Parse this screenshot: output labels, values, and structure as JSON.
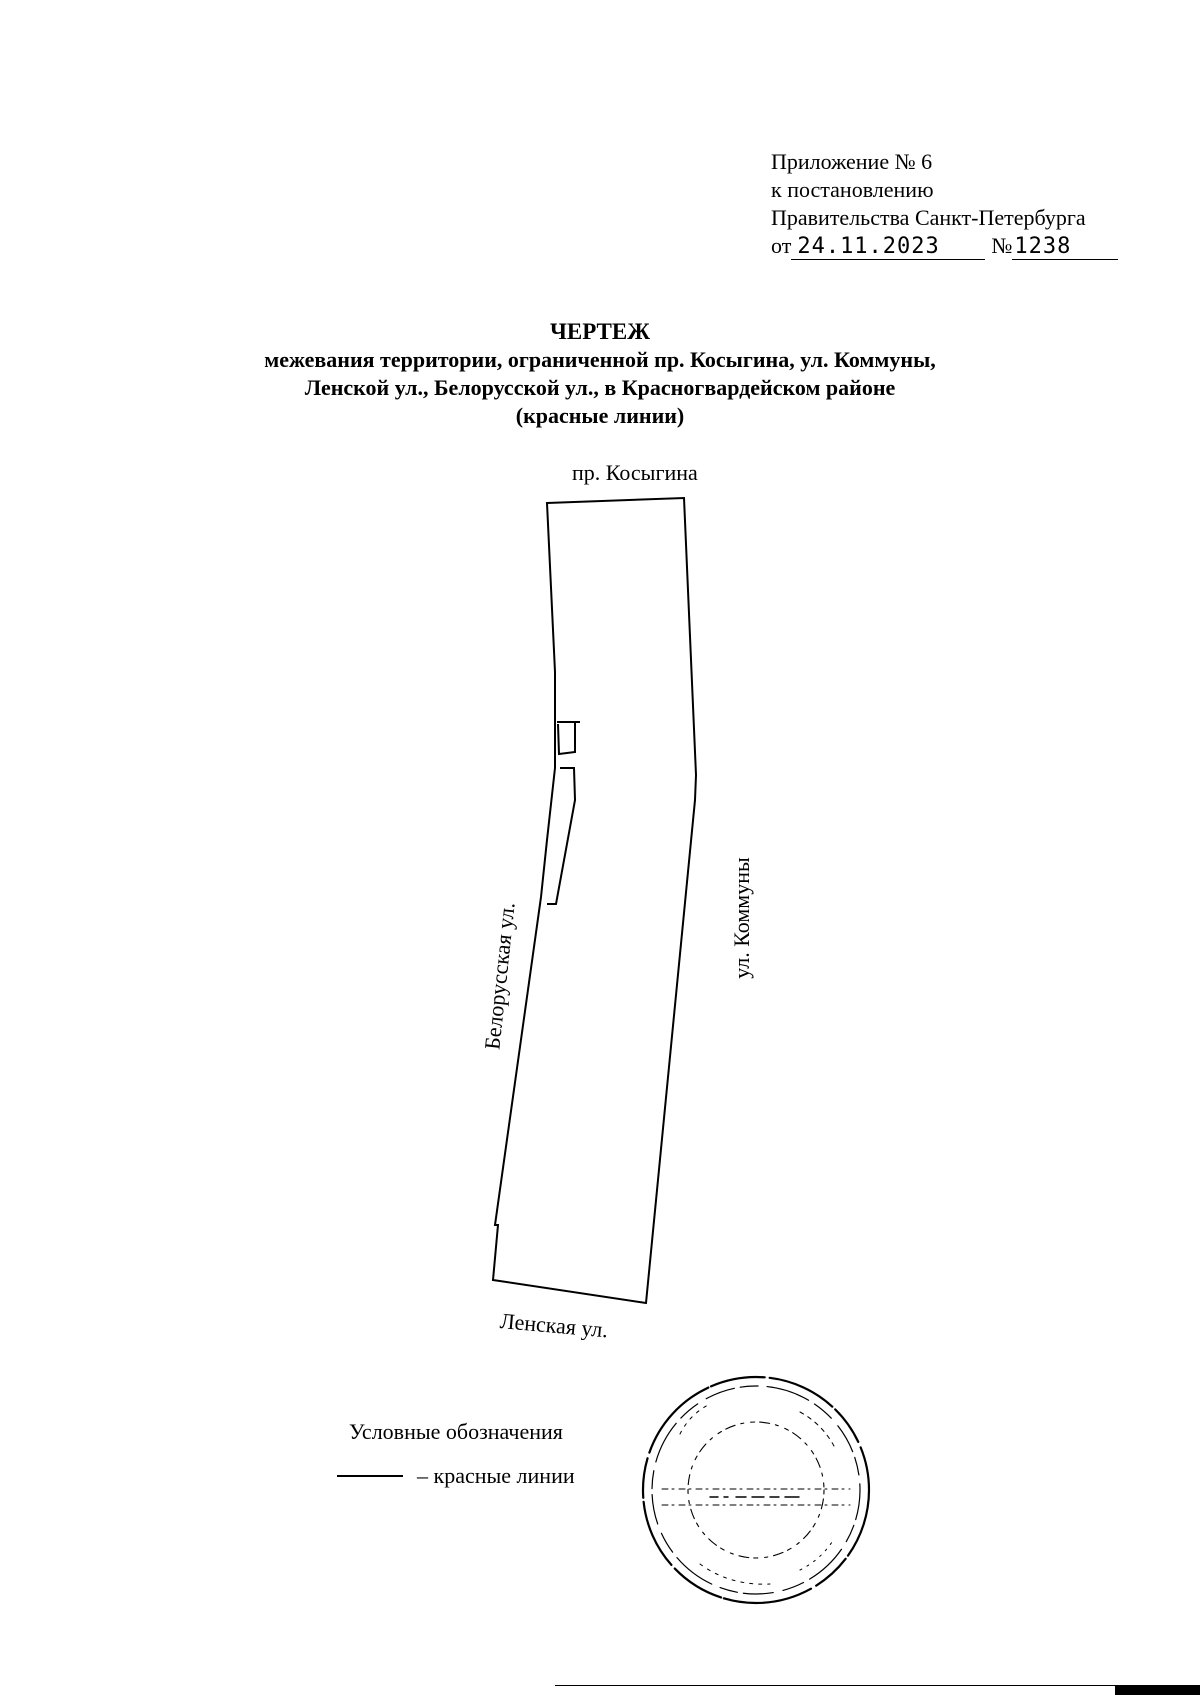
{
  "header": {
    "appendix_line1": "Приложение № 6",
    "appendix_line2": "к постановлению",
    "appendix_line3": "Правительства Санкт-Петербурга",
    "date_prefix": "от",
    "date_value": "24.11.2023",
    "number_sign": "№",
    "number_value": "1238"
  },
  "title": {
    "main": "ЧЕРТЕЖ",
    "line2": "межевания территории, ограниченной пр. Косыгина, ул. Коммуны,",
    "line3": "Ленской ул., Белорусской ул., в Красногвардейском районе",
    "line4": "(красные линии)"
  },
  "streets": {
    "top": "пр. Косыгина",
    "right": "ул. Коммуны",
    "left": "Белорусская ул.",
    "bottom": "Ленская ул."
  },
  "legend": {
    "title": "Условные обозначения",
    "red_lines": "– красные линии"
  },
  "colors": {
    "ink": "#000000",
    "paper": "#ffffff"
  }
}
